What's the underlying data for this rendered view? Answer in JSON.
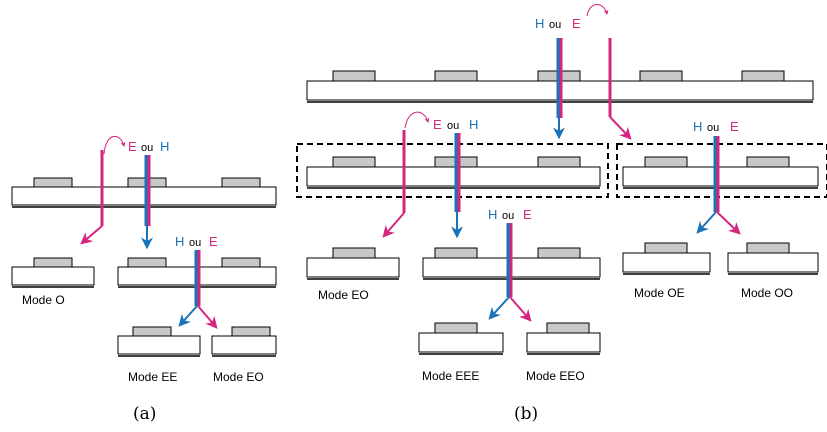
{
  "colors": {
    "magenta": "#d6257e",
    "blue": "#1a72b8",
    "pad": "#c8c8c8",
    "stroke": "#000000"
  },
  "labels": {
    "mode_o": "Mode O",
    "mode_ee": "Mode EE",
    "mode_eo_a": "Mode EO",
    "mode_eo_b": "Mode EO",
    "mode_eee": "Mode EEE",
    "mode_eeo": "Mode EEO",
    "mode_oe": "Mode OE",
    "mode_oo": "Mode OO"
  },
  "beam_labels": {
    "a_top": {
      "first": "E",
      "ou": "ou",
      "second": "H"
    },
    "a_mid": {
      "first": "H",
      "ou": "ou",
      "second": "E"
    },
    "b_top": {
      "first": "H",
      "ou": "ou",
      "second": "E"
    },
    "b_left": {
      "first": "E",
      "ou": "ou",
      "second": "H"
    },
    "b_mid": {
      "first": "H",
      "ou": "ou",
      "second": "E"
    },
    "b_right": {
      "first": "H",
      "ou": "ou",
      "second": "E"
    }
  },
  "captions": {
    "a": "(a)",
    "b": "(b)"
  }
}
